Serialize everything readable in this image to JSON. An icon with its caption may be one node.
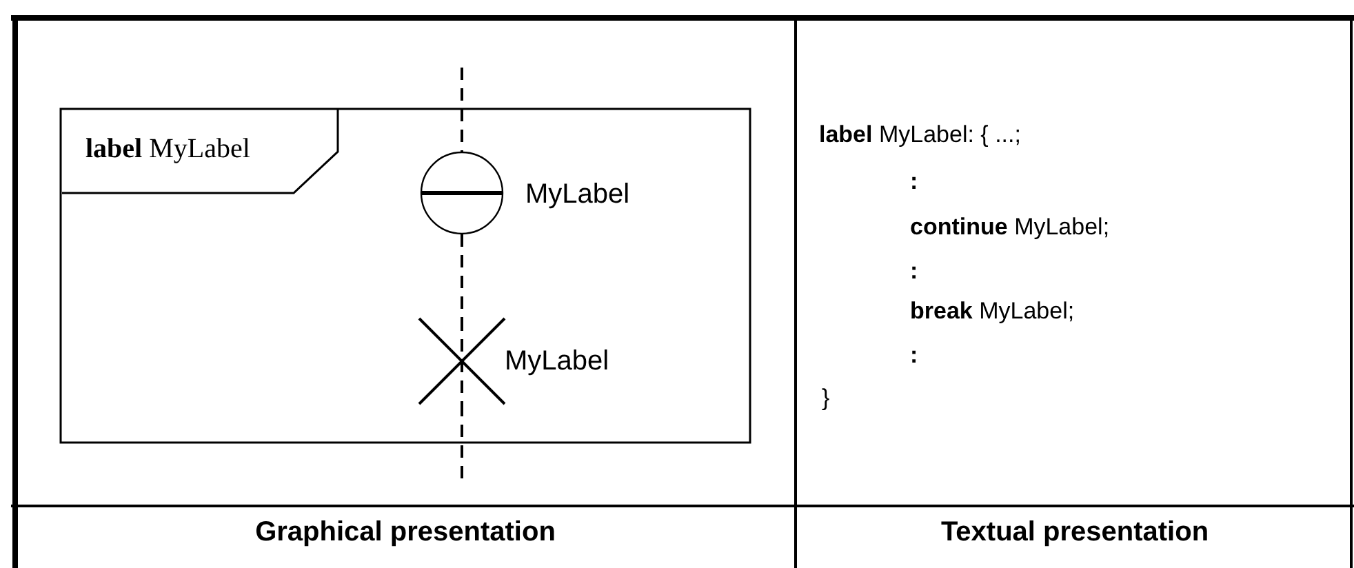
{
  "diagram": {
    "nodes": [
      {
        "text": [
          "**label** MyLabel"
        ]
      },
      {
        "text": [],
        "shape": "circle",
        "in": 0,
        "beside": [
          "MyLabel"
        ]
      },
      {
        "text": [],
        "shape": "cross",
        "in": 0,
        "beside": [
          "MyLabel"
        ]
      }
    ],
    "edges": [
      {
        "from": null,
        "to": 1,
        "arrow": "none",
        "style": "dashed"
      },
      {
        "from": 1,
        "to": 2,
        "arrow": "none",
        "style": "dashed"
      },
      {
        "from": 2,
        "to": null,
        "arrow": "none",
        "style": "dashed"
      }
    ],
    "labels": [
      "**label** MyLabel: { ...;",
      ":",
      "**continue** MyLabel;",
      ":",
      "**break** MyLabel;",
      ":",
      "}",
      "Graphical presentation",
      "Textual presentation"
    ]
  }
}
